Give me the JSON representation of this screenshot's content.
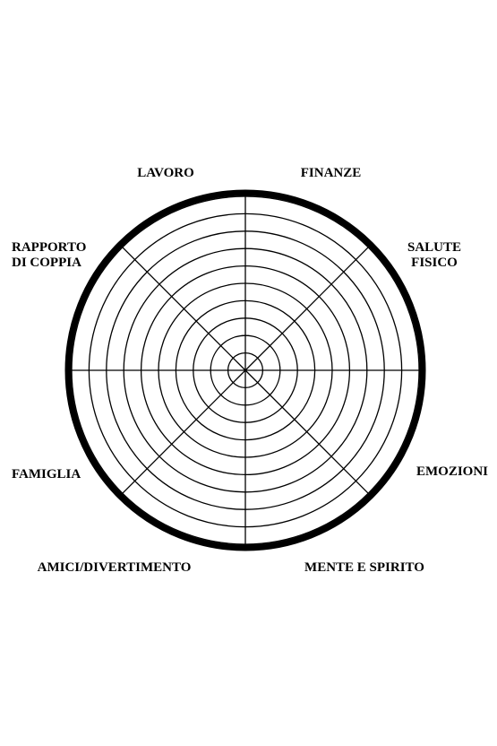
{
  "colors": {
    "background": "#ffffff",
    "stroke": "#000000"
  },
  "wheel": {
    "ring_count": 10,
    "spoke_count": 8
  },
  "sections": {
    "lavoro": "LAVORO",
    "finanze": "FINANZE",
    "salute_line1": "SALUTE",
    "salute_line2": "FISICO",
    "emozioni": "EMOZIONI",
    "mente_spirito": "MENTE E SPIRITO",
    "amici_divertimento": "AMICI/DIVERTIMENTO",
    "famiglia": "FAMIGLIA",
    "rapporto_line1": "RAPPORTO",
    "rapporto_line2": "DI COPPIA"
  }
}
